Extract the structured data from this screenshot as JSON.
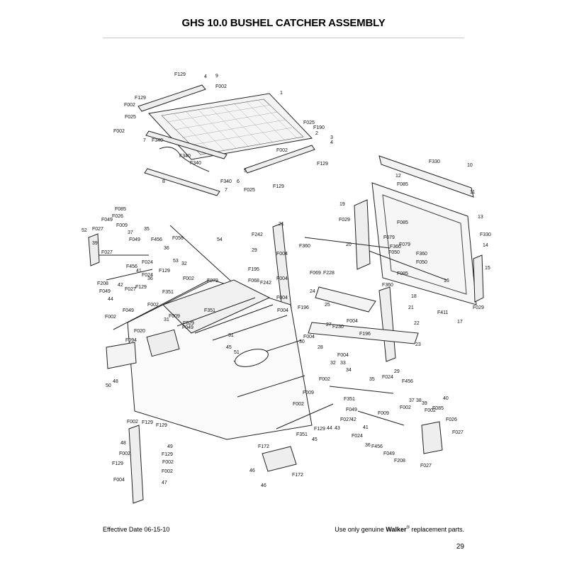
{
  "header": {
    "title": "GHS 10.0 BUSHEL CATCHER ASSEMBLY"
  },
  "footer": {
    "effective_date": "Effective Date 06-15-10",
    "notice_pre": "Use only genuine",
    "brand": "Walker",
    "registered": "®",
    "notice_post": "replacement parts.",
    "page_number": "29"
  },
  "diagram": {
    "callouts": [
      "F129",
      "4",
      "9",
      "F002",
      "1",
      "F129",
      "F002",
      "F025",
      "F002",
      "F025",
      "F190",
      "2",
      "3",
      "4",
      "7",
      "F340",
      "F340",
      "F340",
      "F002",
      "5",
      "6",
      "F129",
      "8",
      "7",
      "F340",
      "F025",
      "F129",
      "F330",
      "10",
      "12",
      "F085",
      "11",
      "19",
      "F029",
      "13",
      "F085",
      "F079",
      "F330",
      "14",
      "F360",
      "F050",
      "F079",
      "F360",
      "F050",
      "15",
      "F085",
      "16",
      "F360",
      "18",
      "F411",
      "17",
      "F029",
      "21",
      "F242",
      "F360",
      "F004",
      "29",
      "20",
      "21",
      "22",
      "23",
      "F069",
      "F228",
      "F004",
      "24",
      "25",
      "F004",
      "F196",
      "F004",
      "F004",
      "27",
      "F230",
      "F196",
      "28",
      "30",
      "F004",
      "F004",
      "29",
      "F024",
      "35",
      "F456",
      "32",
      "33",
      "F002",
      "34",
      "F009",
      "F351",
      "F049",
      "F027",
      "42",
      "41",
      "43",
      "44",
      "F129",
      "F351",
      "45",
      "F009",
      "F002",
      "F024",
      "F456",
      "36",
      "F049",
      "F208",
      "37",
      "38",
      "39",
      "F002",
      "F085",
      "F026",
      "F027",
      "40",
      "F027",
      "F002",
      "F085",
      "F049",
      "F026",
      "F009",
      "52",
      "F027",
      "37",
      "35",
      "F049",
      "39",
      "F456",
      "36",
      "F056",
      "54",
      "F027",
      "F024",
      "F456",
      "41",
      "F024",
      "F208",
      "42",
      "36",
      "F049",
      "F027",
      "53",
      "F129",
      "32",
      "F129",
      "F002",
      "F351",
      "44",
      "F079",
      "F002",
      "F068",
      "F195",
      "F242",
      "F049",
      "F351",
      "F002",
      "F009",
      "31",
      "F029",
      "F049",
      "F020",
      "31",
      "45",
      "51",
      "F094",
      "50",
      "48",
      "F002",
      "F129",
      "F129",
      "48",
      "F002",
      "49",
      "F129",
      "F002",
      "F129",
      "F002",
      "F004",
      "47",
      "F172",
      "46"
    ]
  }
}
